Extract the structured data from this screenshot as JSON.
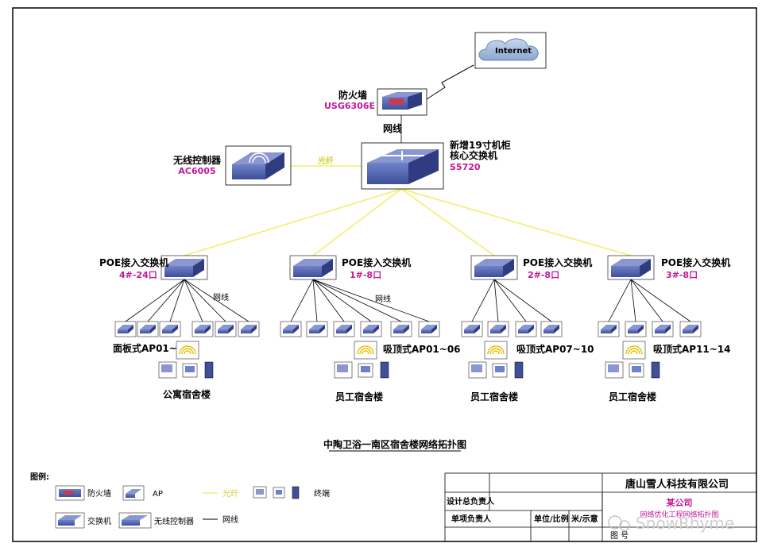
{
  "internet_label": "Internet",
  "firewall": {
    "name": "防火墙",
    "model": "USG6306E"
  },
  "link_cable": "网线",
  "core": {
    "line1": "新增19寸机柜",
    "line2": "核心交换机",
    "model": "S5720"
  },
  "wlc": {
    "name": "无线控制器",
    "model": "AC6005",
    "link": "光纤"
  },
  "poe_switches": [
    {
      "name": "POE接入交换机",
      "port": "4#-24口",
      "link": "网线"
    },
    {
      "name": "POE接入交换机",
      "port": "1#-8口",
      "link": "网线"
    },
    {
      "name": "POE接入交换机",
      "port": "2#-8口"
    },
    {
      "name": "POE接入交换机",
      "port": "3#-8口"
    }
  ],
  "ap_groups": [
    "面板式AP01~13",
    "吸顶式AP01~06",
    "吸顶式AP07~10",
    "吸顶式AP11~14"
  ],
  "buildings": [
    "公寓宿舍楼",
    "员工宿舍楼",
    "员工宿舍楼",
    "员工宿舍楼"
  ],
  "title": "中陶卫浴一南区宿舍楼网络拓扑图",
  "legend": {
    "heading": "图例:",
    "firewall": "防火墙",
    "ap": "AP",
    "fiber": "光纤",
    "terminal": "终端",
    "switch": "交换机",
    "wlc": "无线控制器",
    "cable": "网线"
  },
  "titleblock": {
    "company": "唐山雪人科技有限公司",
    "design_lead": "设计总负责人",
    "project_lead": "单项负责人",
    "unit_scale": "单位/比例",
    "unit_value": "米/示意",
    "client": "某公司",
    "project": "网络优化工程网络拓扑图",
    "drawing_no": "图 号"
  },
  "watermark": "SnowRhyme",
  "colors": {
    "fiber": "#f2ef6b",
    "accent": "#c2189b",
    "device": "#4a5aa8"
  }
}
